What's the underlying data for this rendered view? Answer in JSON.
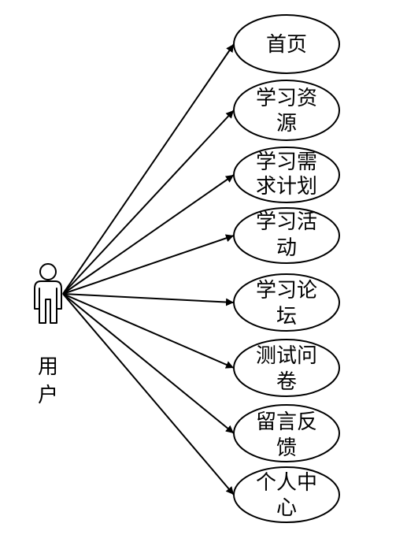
{
  "actor": {
    "name_lines": [
      "用",
      "户"
    ]
  },
  "use_cases": [
    {
      "id": "home",
      "lines": [
        "首页"
      ]
    },
    {
      "id": "learning-resources",
      "lines": [
        "学习资",
        "源"
      ]
    },
    {
      "id": "learning-needs-plan",
      "lines": [
        "学习需",
        "求计划"
      ]
    },
    {
      "id": "learning-activities",
      "lines": [
        "学习活",
        "动"
      ]
    },
    {
      "id": "learning-forum",
      "lines": [
        "学习论",
        "坛"
      ]
    },
    {
      "id": "test-questionnaire",
      "lines": [
        "测试问",
        "卷"
      ]
    },
    {
      "id": "feedback",
      "lines": [
        "留言反",
        "馈"
      ]
    },
    {
      "id": "personal-center",
      "lines": [
        "个人中",
        "心"
      ]
    }
  ]
}
